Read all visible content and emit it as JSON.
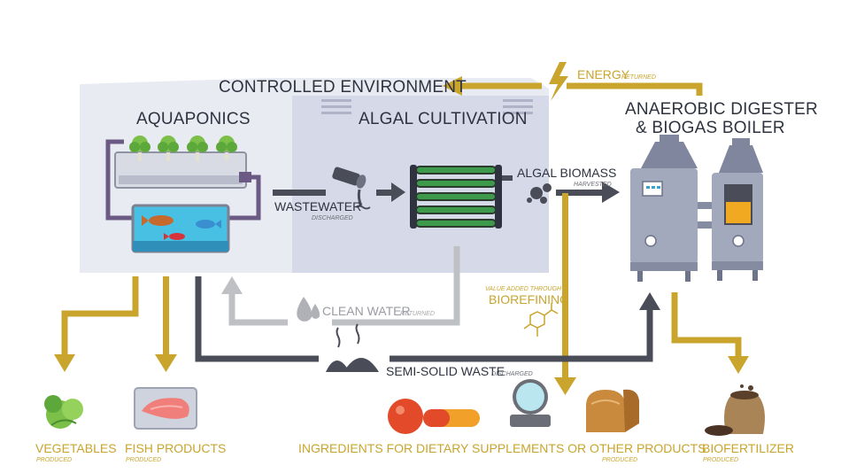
{
  "labels": {
    "controlled_environment": "CONTROLLED ENVIRONMENT",
    "aquaponics": "AQUAPONICS",
    "algal_cultivation": "ALGAL CULTIVATION",
    "digester_line1": "ANAEROBIC DIGESTER",
    "digester_line2": "& BIOGAS BOILER",
    "energy": "ENERGY",
    "energy_sub": "RETURNED",
    "wastewater": "WASTEWATER",
    "wastewater_sub": "DISCHARGED",
    "algal_biomass": "ALGAL BIOMASS",
    "algal_biomass_sub": "HARVESTED",
    "clean_water": "CLEAN WATER",
    "clean_water_sub": "RETURNED",
    "semi_solid_waste": "SEMI-SOLID WASTE",
    "semi_solid_waste_sub": "DISCHARGED",
    "value_added_line1": "VALUE ADDED THROUGH",
    "biorefining": "BIOREFINING"
  },
  "outputs": {
    "vegetables": "VEGETABLES",
    "vegetables_sub": "PRODUCED",
    "fish_products": "FISH PRODUCTS",
    "fish_products_sub": "PRODUCED",
    "ingredients": "INGREDIENTS FOR DIETARY SUPPLEMENTS OR OTHER PRODUCTS",
    "ingredients_sub": "PRODUCED",
    "biofertilizer": "BIOFERTILIZER",
    "biofertilizer_sub": "PRODUCED"
  },
  "colors": {
    "gold": "#c9a52d",
    "dark": "#4a4d57",
    "light_grey": "#bfc0c4",
    "panel": "#e6e8f1",
    "machine": "#9ea4b8"
  }
}
